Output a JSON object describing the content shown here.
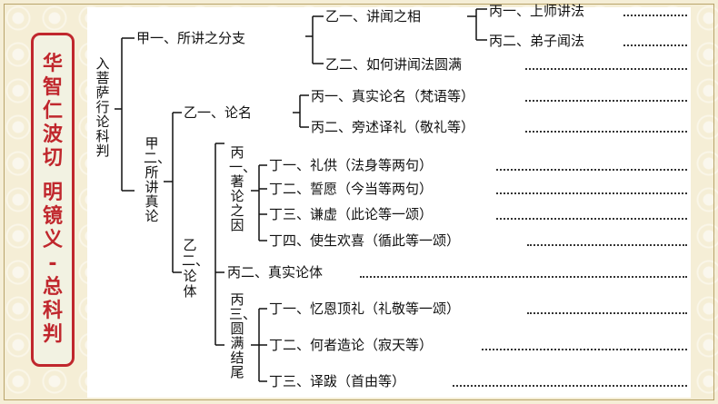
{
  "title": {
    "line1": [
      "华",
      "智",
      "仁",
      "波",
      "切"
    ],
    "line2": [
      "明",
      "镜",
      "义",
      "-",
      "总",
      "科",
      "判"
    ]
  },
  "root": "入菩萨行论科判",
  "jia1": "甲一、所讲之分支",
  "yi_a1": "乙一、讲闻之相",
  "bing_a1": "丙一、上师讲法",
  "bing_a2": "丙二、弟子闻法",
  "yi_a2": "乙二、如何讲闻法圆满",
  "jia2": "甲二、所讲真论",
  "yi_b1": "乙一、论名",
  "bing_b1": "丙一、真实论名（梵语等）",
  "bing_b2": "丙二、旁述译礼（敬礼等）",
  "yi_b2": "乙二、论体",
  "bing_c1": "丙一、著论之因",
  "ding_c1": "丁一、礼供（法身等两句）",
  "ding_c2": "丁二、誓愿（今当等两句）",
  "ding_c3": "丁三、谦虚（此论等一颂）",
  "ding_c4": "丁四、使生欢喜（循此等一颂）",
  "bing_c2": "丙二、真实论体",
  "bing_c3": "丙三、圆满结尾",
  "ding_d1": "丁一、忆恩顶礼（礼敬等一颂）",
  "ding_d2": "丁二、何者造论（寂天等）",
  "ding_d3": "丁三、译跋（首由等）"
}
